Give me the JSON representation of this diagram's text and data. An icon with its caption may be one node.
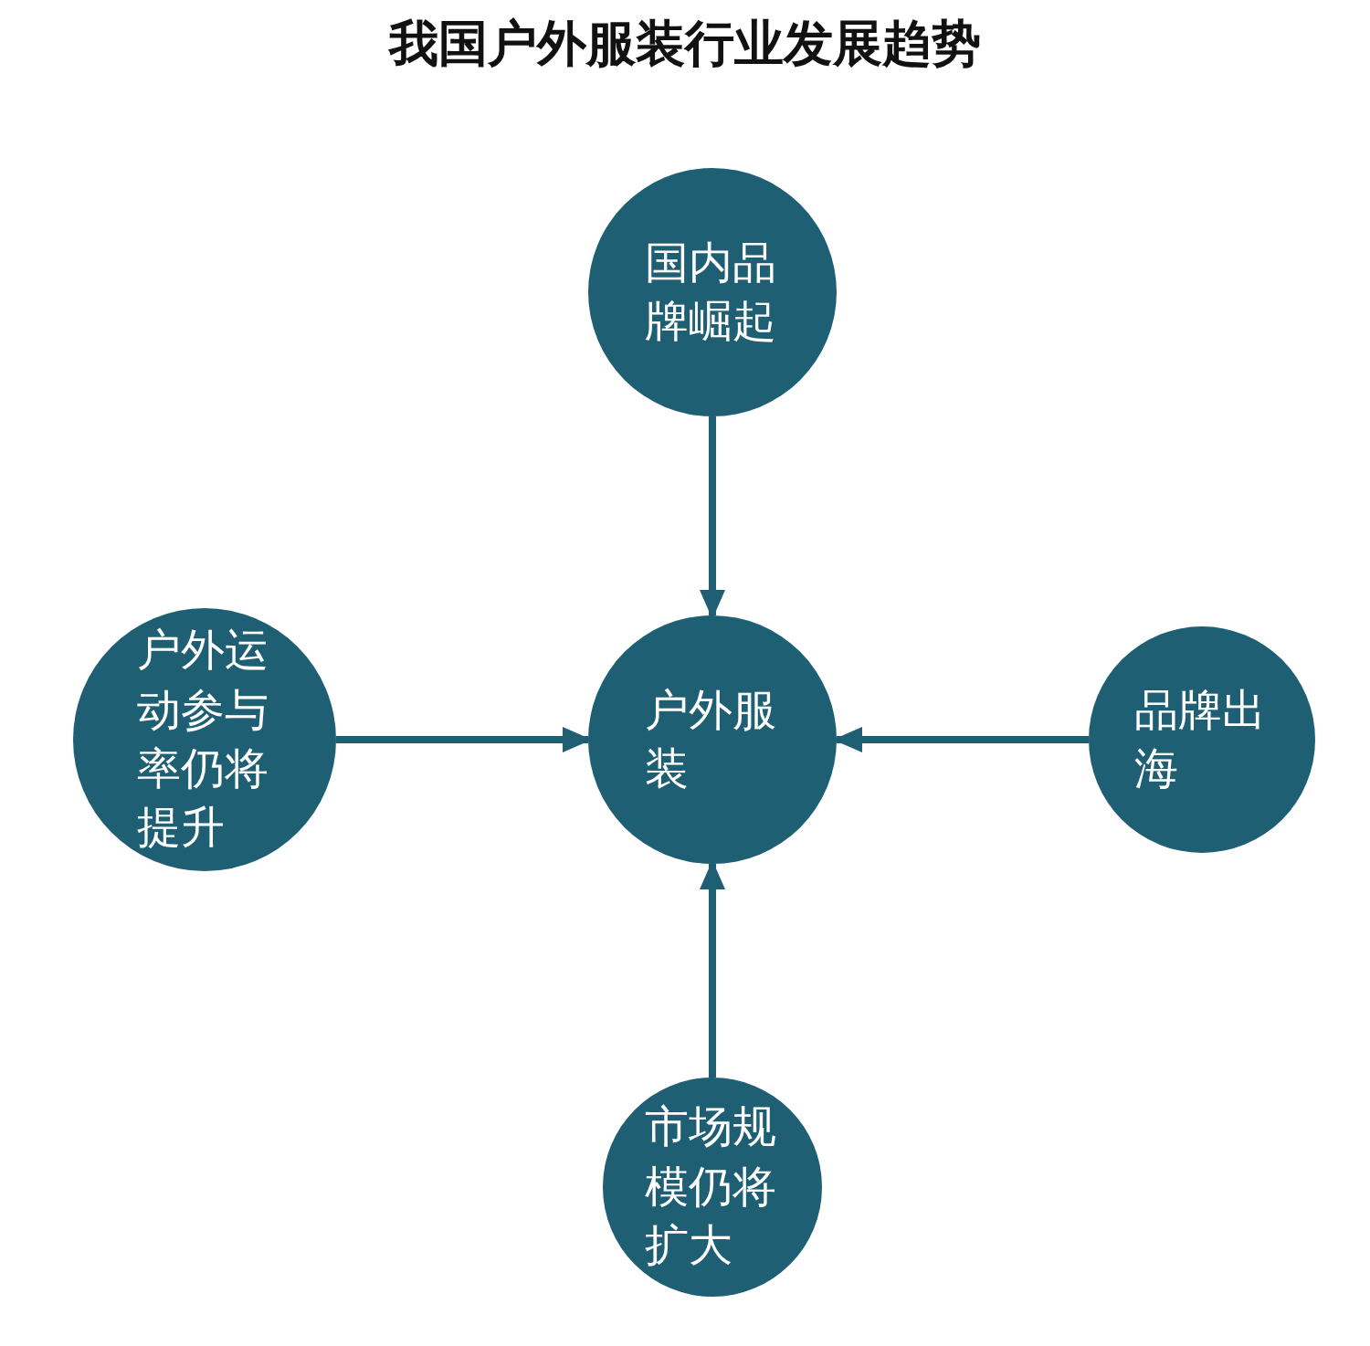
{
  "diagram": {
    "title": "我国户外服装行业发展趋势",
    "nodes": [
      {
        "text": [
          "国内品牌崛起"
        ]
      },
      {
        "text": [
          "户外运动参与率仍将提升"
        ]
      },
      {
        "text": [
          "户外服装"
        ]
      },
      {
        "text": [
          "品牌出海"
        ]
      },
      {
        "text": [
          "市场规模仍将扩大"
        ]
      }
    ],
    "edges": [
      {
        "from": 0,
        "to": 2,
        "arrow": "to"
      },
      {
        "from": 1,
        "to": 2,
        "arrow": "to"
      },
      {
        "from": 3,
        "to": 2,
        "arrow": "to"
      },
      {
        "from": 4,
        "to": 2,
        "arrow": "to"
      }
    ]
  }
}
